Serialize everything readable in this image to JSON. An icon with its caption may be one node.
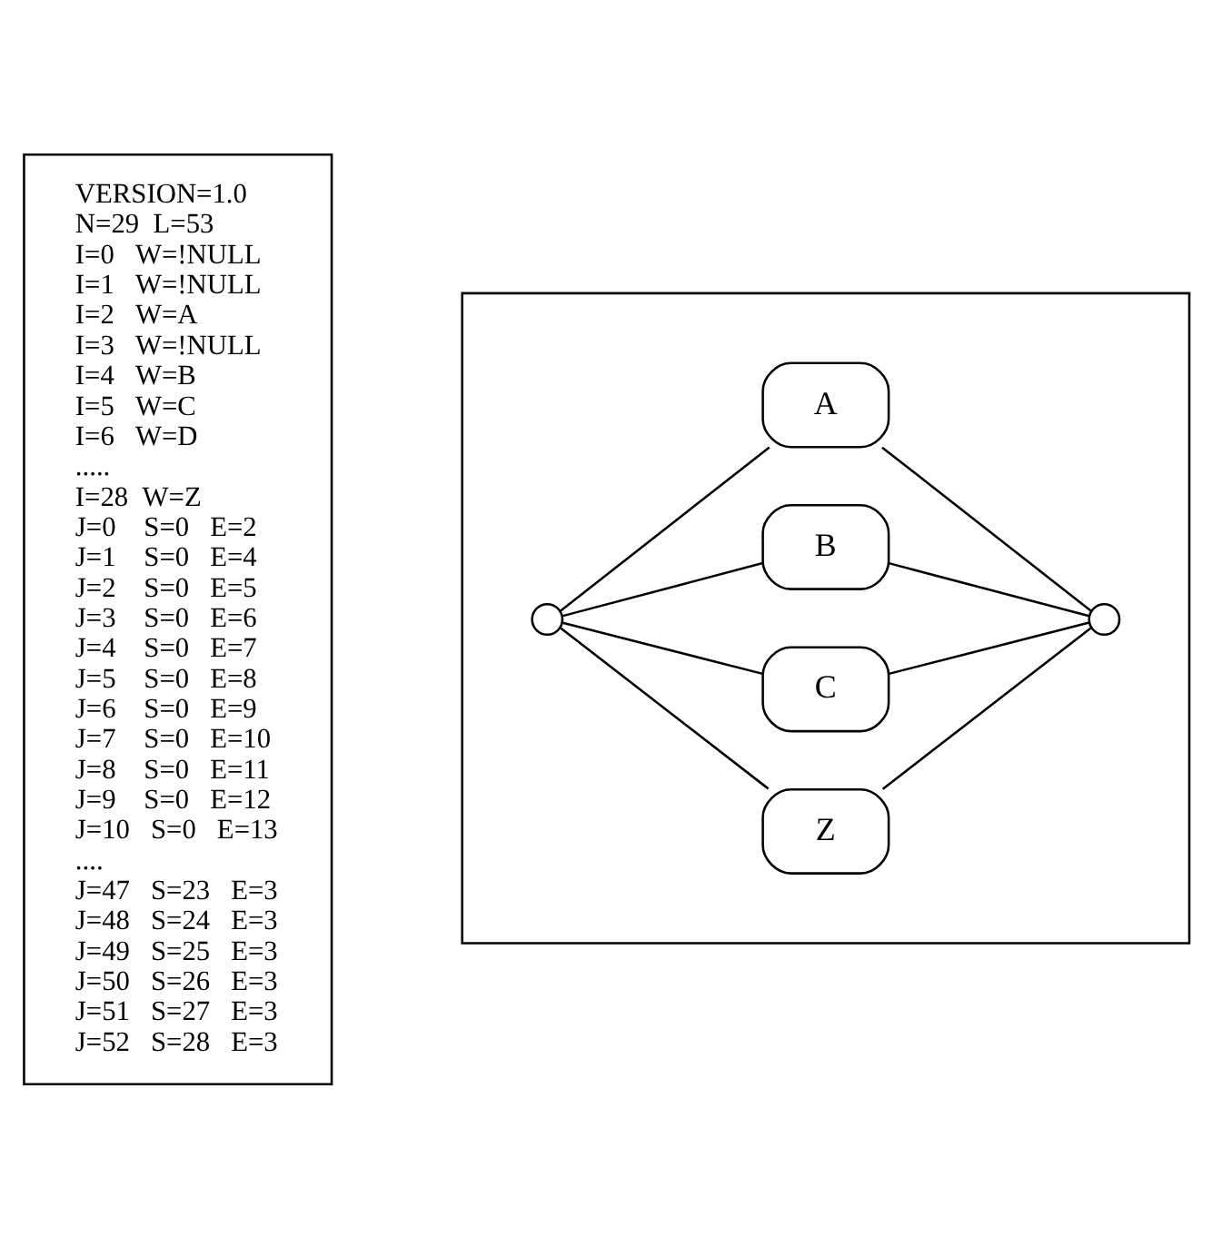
{
  "diagram": {
    "nodes": [
      {
        "text": [
          "VERSION=1.0",
          "N=29  L=53",
          "I=0   W=!NULL",
          "I=1   W=!NULL",
          "I=2   W=A",
          "I=3   W=!NULL",
          "I=4   W=B",
          "I=5   W=C",
          "I=6   W=D",
          ".....",
          "I=28  W=Z",
          "J=0    S=0   E=2",
          "J=1    S=0   E=4",
          "J=2    S=0   E=5",
          "J=3    S=0   E=6",
          "J=4    S=0   E=7",
          "J=5    S=0   E=8",
          "J=6    S=0   E=9",
          "J=7    S=0   E=10",
          "J=8    S=0   E=11",
          "J=9    S=0   E=12",
          "J=10   S=0   E=13",
          "....",
          "J=47   S=23   E=3",
          "J=48   S=24   E=3",
          "J=49   S=25   E=3",
          "J=50   S=26   E=3",
          "J=51   S=27   E=3",
          "J=52   S=28   E=3"
        ]
      },
      {
        "text": [],
        "shape": "box"
      },
      {
        "text": [],
        "shape": "circle",
        "in": 1
      },
      {
        "text": [
          "A"
        ],
        "in": 1
      },
      {
        "text": [
          "B"
        ],
        "in": 1
      },
      {
        "text": [
          "C"
        ],
        "in": 1
      },
      {
        "text": [
          "Z"
        ],
        "in": 1
      },
      {
        "text": [],
        "shape": "circle",
        "in": 1
      }
    ],
    "edges": [
      {
        "from": 2,
        "to": 3,
        "arrow": "none"
      },
      {
        "from": 2,
        "to": 4,
        "arrow": "none"
      },
      {
        "from": 2,
        "to": 5,
        "arrow": "none"
      },
      {
        "from": 2,
        "to": 6,
        "arrow": "none"
      },
      {
        "from": 3,
        "to": 7,
        "arrow": "none"
      },
      {
        "from": 4,
        "to": 7,
        "arrow": "none"
      },
      {
        "from": 5,
        "to": 7,
        "arrow": "none"
      },
      {
        "from": 6,
        "to": 7,
        "arrow": "none"
      }
    ]
  }
}
